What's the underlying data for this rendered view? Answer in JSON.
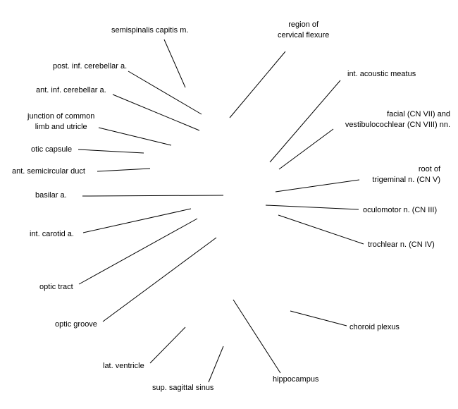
{
  "diagram": {
    "labels": {
      "semispinalis_capitis": "semispinalis capitis m.",
      "post_inf_cerebellar": "post. inf. cerebellar a.",
      "ant_inf_cerebellar": "ant. inf. cerebellar a.",
      "junction_common_limb": "junction of common\nlimb and utricle",
      "otic_capsule": "otic capsule",
      "ant_semicircular_duct": "ant. semicircular duct",
      "basilar": "basilar a.",
      "int_carotid": "int. carotid a.",
      "optic_tract": "optic tract",
      "optic_groove": "optic groove",
      "lat_ventricle": "lat. ventricle",
      "sup_sagittal_sinus": "sup. sagittal sinus",
      "hippocampus": "hippocampus",
      "choroid_plexus": "choroid plexus",
      "trochlear": "trochlear n. (CN IV)",
      "oculomotor": "oculomotor n. (CN III)",
      "root_trigeminal": "root of\ntrigeminal n. (CN V)",
      "facial_vestibulocochlear": "facial (CN VII) and\nvestibulocochlear (CN VIII) nn.",
      "int_acoustic_meatus": "int. acoustic meatus",
      "region_cervical_flexure": "region of\ncervical flexure"
    }
  }
}
